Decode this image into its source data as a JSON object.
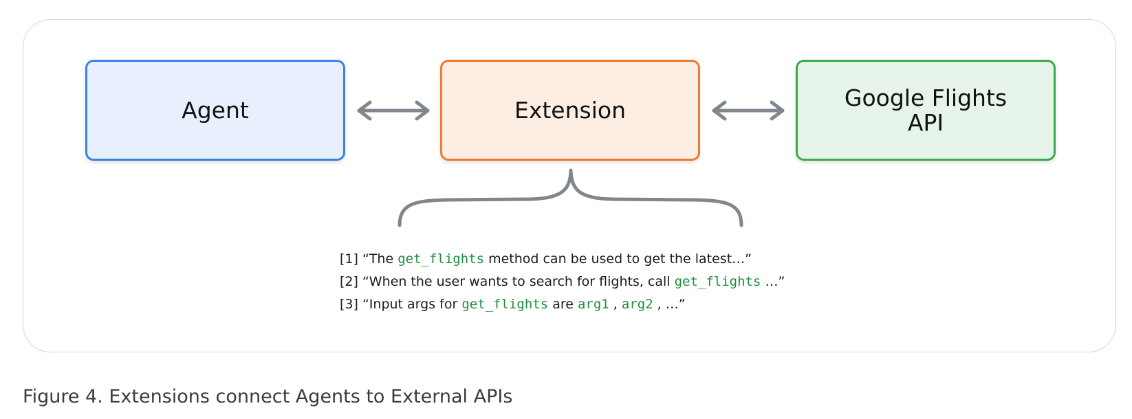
{
  "diagram": {
    "boxes": {
      "agent": {
        "lines": [
          "Agent"
        ],
        "fill": "#e8f0fe",
        "border": "#3b82e6"
      },
      "extension": {
        "lines": [
          "Extension"
        ],
        "fill": "#fdeee3",
        "border": "#ee7a2c"
      },
      "api": {
        "lines": [
          "Google Flights",
          "API"
        ],
        "fill": "#e6f4ea",
        "border": "#3aaa4c"
      }
    },
    "connectors": {
      "arrow_color": "#80868b",
      "arrows": [
        "agent-extension bidirectional",
        "extension-api bidirectional"
      ]
    },
    "examples": [
      {
        "prefix": "[1] “The ",
        "code1": "get_flights",
        "middle": " method can be used to get the latest…”"
      },
      {
        "prefix": "[2] “When the user wants to search for flights, call ",
        "code1": "get_flights",
        "suffix": " …”"
      },
      {
        "prefix": "[3] “Input args for ",
        "code1": "get_flights",
        "middle": " are ",
        "code2": "arg1",
        "sep": " , ",
        "code3": "arg2",
        "suffix": " , …”"
      }
    ],
    "code_color": "#1e8e3e"
  },
  "caption": "Figure 4. Extensions connect Agents to External APIs"
}
